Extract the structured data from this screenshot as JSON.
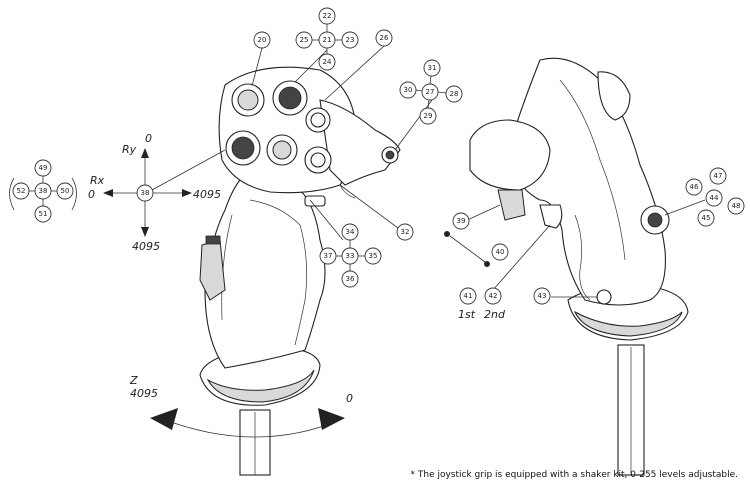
{
  "diagram": {
    "footnote": "* The joystick grip is equipped with a shaker kit, 0-255 levels adjustable.",
    "axis_labels": {
      "rx": "Rx",
      "rx_min": "0",
      "rx_max": "4095",
      "ry": "Ry",
      "ry_min": "0",
      "ry_max": "4095",
      "z": "Z",
      "z_max": "4095",
      "z_min": "0"
    },
    "stage_labels": {
      "first": "1st",
      "second": "2nd"
    },
    "callouts": [
      "20",
      "21",
      "22",
      "23",
      "24",
      "25",
      "26",
      "27",
      "28",
      "29",
      "30",
      "31",
      "32",
      "33",
      "34",
      "35",
      "36",
      "37",
      "38",
      "39",
      "40",
      "41",
      "42",
      "43",
      "44",
      "45",
      "46",
      "47",
      "48",
      "49",
      "50",
      "51",
      "52"
    ]
  }
}
